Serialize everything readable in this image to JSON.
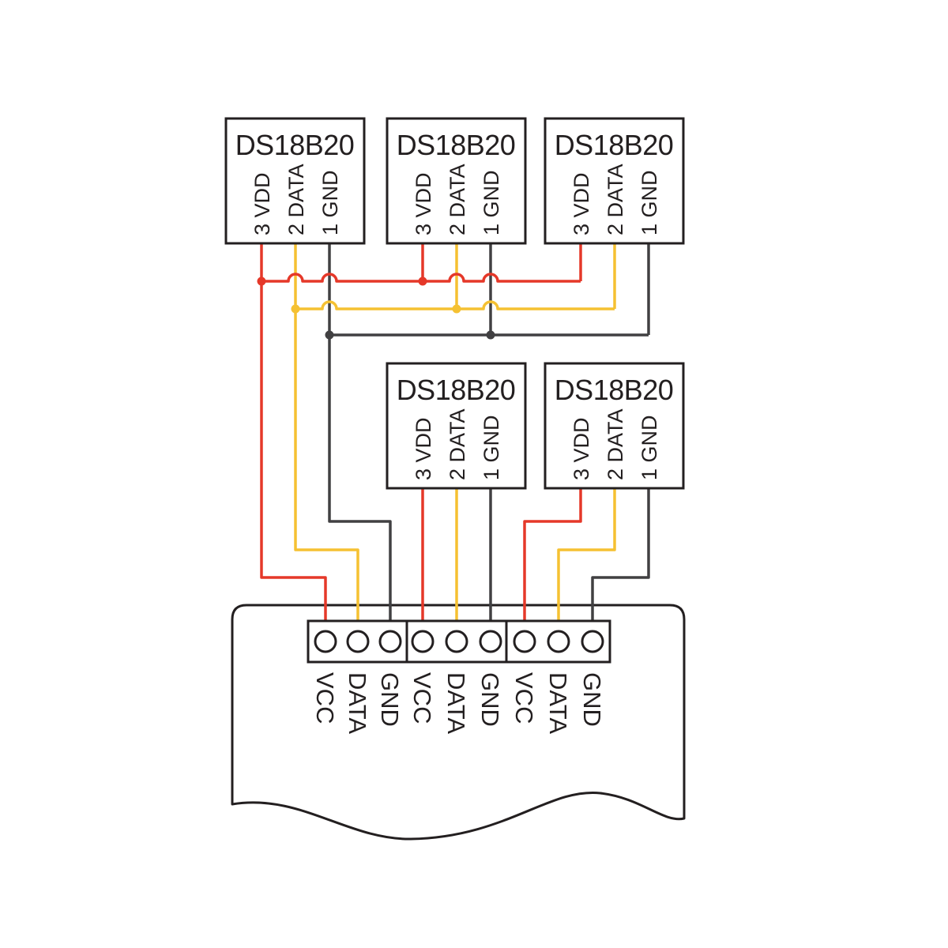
{
  "sensor": {
    "title": "DS18B20",
    "pins": [
      "3 VDD",
      "2 DATA",
      "1 GND"
    ]
  },
  "controller": {
    "terminals": [
      "VCC",
      "DATA",
      "GND",
      "VCC",
      "DATA",
      "GND",
      "VCC",
      "DATA",
      "GND"
    ]
  },
  "colors": {
    "vcc_wire": "#e53829",
    "data_wire": "#f5c132",
    "gnd_wire": "#414042",
    "outline": "#231f20"
  }
}
